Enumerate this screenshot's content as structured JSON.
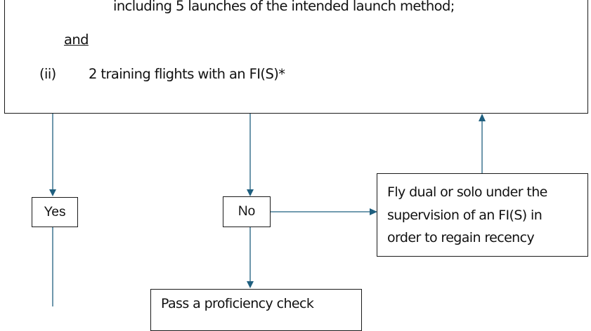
{
  "top_box": {
    "line1": "including 5 launches of the intended launch method;",
    "and_label": "and",
    "item_ii_marker": "(ii)",
    "item_ii_text": "2 training flights with an FI(S)*"
  },
  "yes_box": {
    "label": "Yes"
  },
  "no_box": {
    "label": "No"
  },
  "regain_box": {
    "lines": [
      "Fly dual or solo under the",
      "supervision of an FI(S) in",
      "order to regain recency"
    ]
  },
  "proficiency_box": {
    "label": "Pass a proficiency check"
  },
  "colors": {
    "arrow": "#1f5f7f",
    "border": "#1a1a1a"
  }
}
